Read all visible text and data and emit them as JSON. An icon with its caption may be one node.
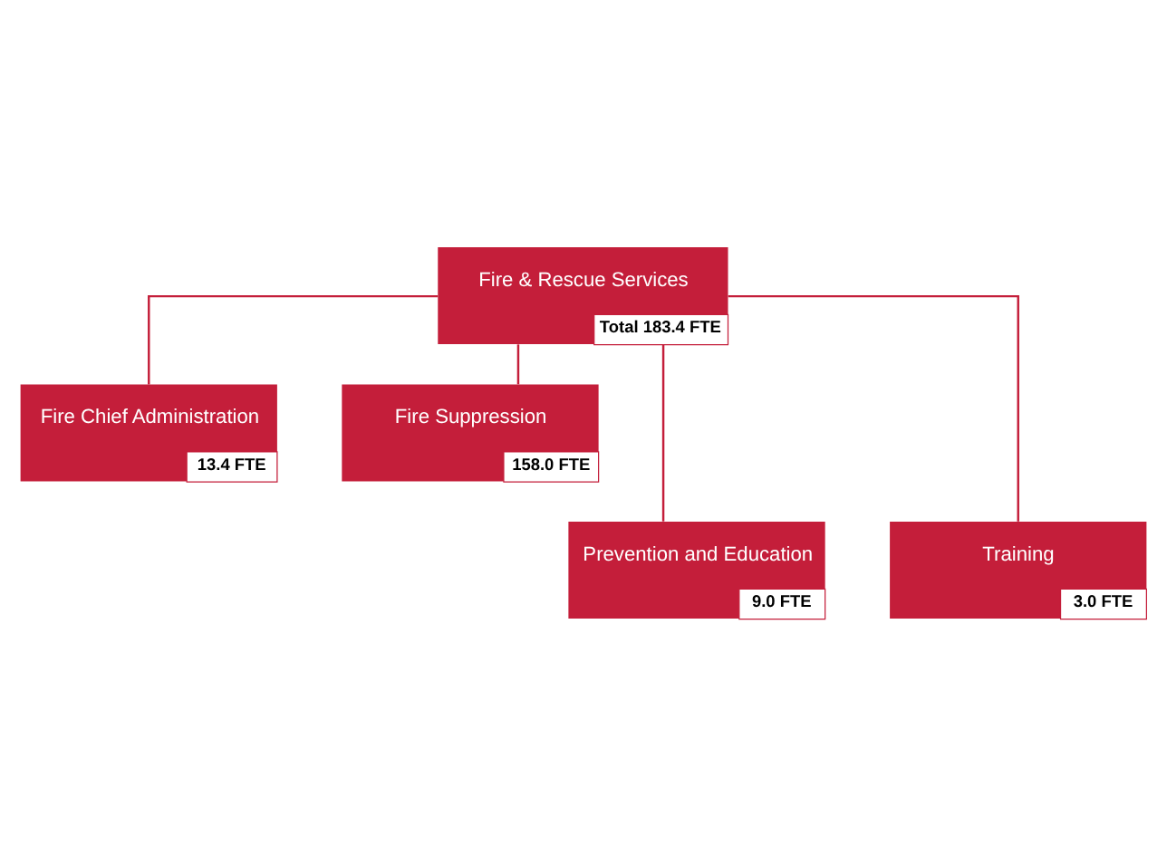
{
  "diagram": {
    "nodes": [
      {
        "text": [
          "Fire & Rescue Services",
          "Total 183.4 FTE"
        ]
      },
      {
        "text": [
          "Fire Chief Administration",
          "13.4 FTE"
        ]
      },
      {
        "text": [
          "Fire Suppression",
          "158.0 FTE"
        ]
      },
      {
        "text": [
          "Prevention and Education",
          "9.0 FTE"
        ]
      },
      {
        "text": [
          "Training",
          "3.0 FTE"
        ]
      }
    ],
    "edges": [
      {
        "from": 0,
        "to": 1,
        "arrow": "none"
      },
      {
        "from": 0,
        "to": 2,
        "arrow": "none"
      },
      {
        "from": 0,
        "to": 3,
        "arrow": "none"
      },
      {
        "from": 0,
        "to": 4,
        "arrow": "none"
      }
    ]
  }
}
